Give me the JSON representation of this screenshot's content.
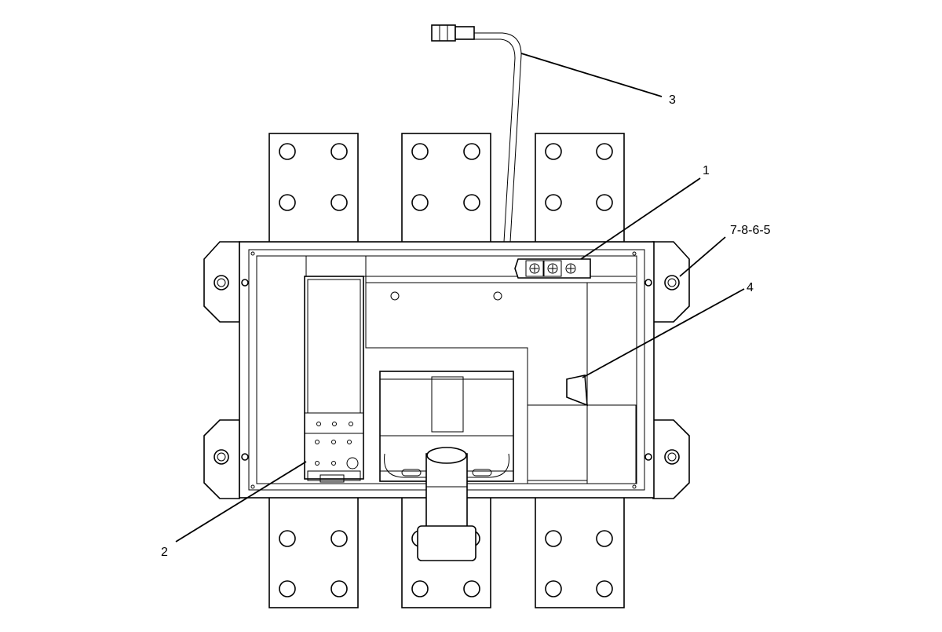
{
  "callouts": [
    {
      "id": "1",
      "label": "1"
    },
    {
      "id": "2",
      "label": "2"
    },
    {
      "id": "3",
      "label": "3"
    },
    {
      "id": "4",
      "label": "4"
    },
    {
      "id": "5",
      "label": "7-8-6-5"
    }
  ],
  "colors": {
    "line": "#000000",
    "background": "#ffffff"
  }
}
